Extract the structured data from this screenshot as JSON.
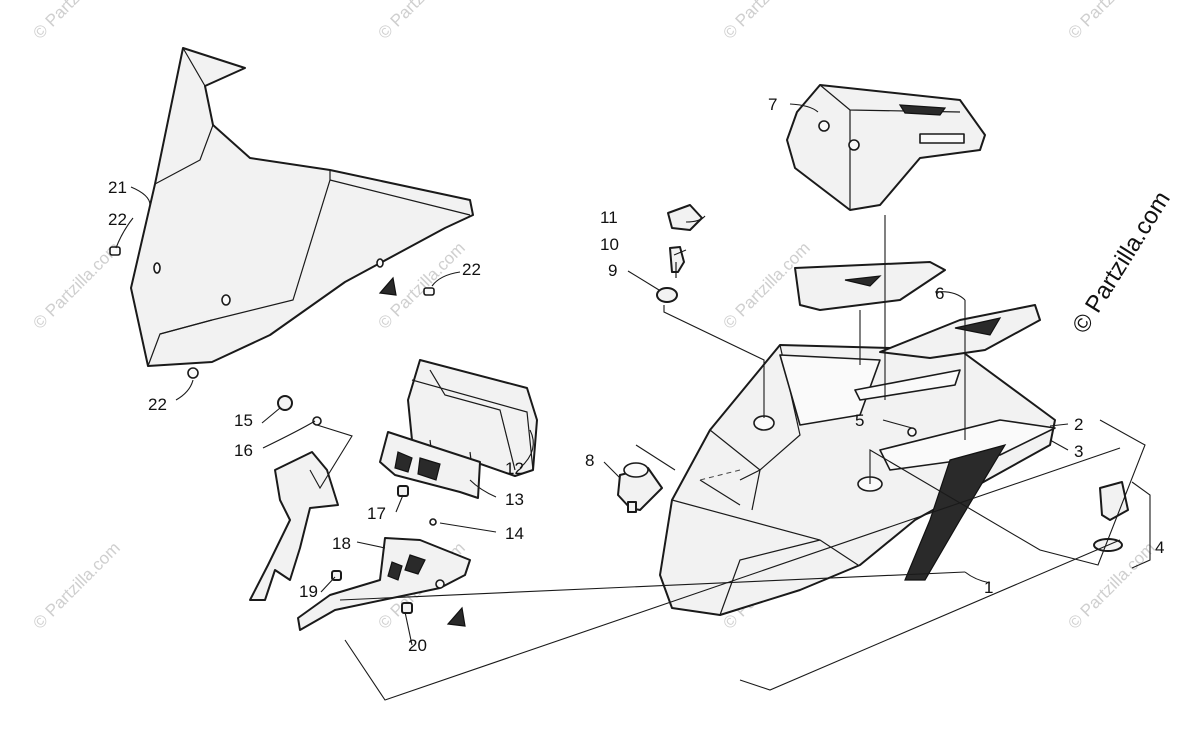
{
  "watermark": "© Partzilla.com",
  "copyright": "© Partzilla.com",
  "callouts": {
    "c1": "1",
    "c2": "2",
    "c3": "3",
    "c4": "4",
    "c5": "5",
    "c6": "6",
    "c7": "7",
    "c8": "8",
    "c9": "9",
    "c10": "10",
    "c11": "11",
    "c12": "12",
    "c13": "13",
    "c14": "14",
    "c15": "15",
    "c16": "16",
    "c17": "17",
    "c18": "18",
    "c19": "19",
    "c20": "20",
    "c21": "21",
    "c22a": "22",
    "c22b": "22",
    "c22c": "22"
  }
}
